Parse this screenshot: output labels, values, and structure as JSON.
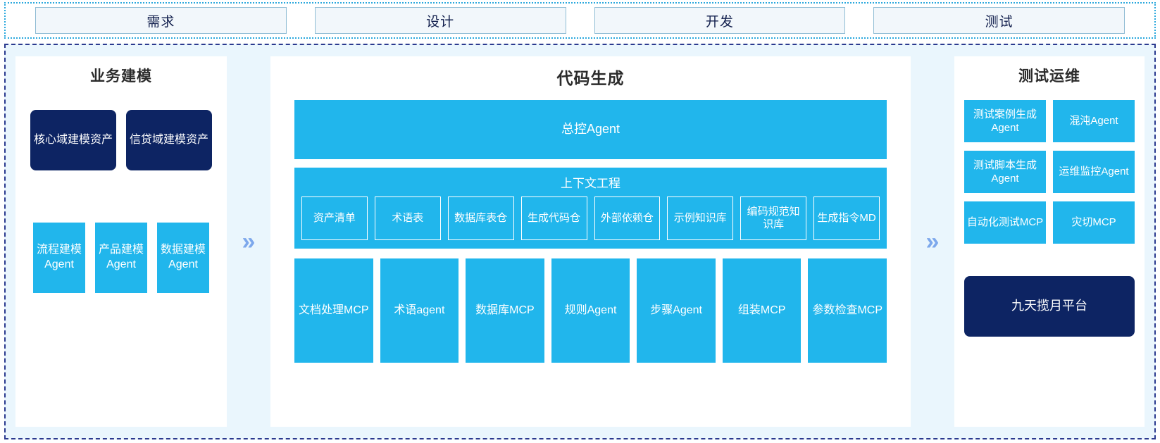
{
  "stages": {
    "tabs": [
      {
        "label": "需求"
      },
      {
        "label": "设计"
      },
      {
        "label": "开发"
      },
      {
        "label": "测试"
      }
    ]
  },
  "colors": {
    "cyan": "#21b6ec",
    "navy": "#0d2463",
    "panel_bg": "#eaf6fd",
    "arrow": "#7da8ec",
    "tab_border": "#8fbcd4"
  },
  "arrows": {
    "left_to_center": "»",
    "center_to_right": "»"
  },
  "left_panel": {
    "title": "业务建模",
    "assets": [
      {
        "label": "核心域建模资产"
      },
      {
        "label": "信贷域建模资产"
      }
    ],
    "agents": [
      {
        "label": "流程建模Agent"
      },
      {
        "label": "产品建模Agent"
      },
      {
        "label": "数据建模Agent"
      }
    ]
  },
  "center_panel": {
    "title": "代码生成",
    "master_agent": "总控Agent",
    "context": {
      "title": "上下文工程",
      "chips": [
        {
          "label": "资产清单"
        },
        {
          "label": "术语表"
        },
        {
          "label": "数据库表仓"
        },
        {
          "label": "生成代码仓"
        },
        {
          "label": "外部依赖仓"
        },
        {
          "label": "示例知识库"
        },
        {
          "label": "编码规范知识库"
        },
        {
          "label": "生成指令MD"
        }
      ]
    },
    "tools": [
      {
        "label": "文档处理MCP"
      },
      {
        "label": "术语agent"
      },
      {
        "label": "数据库MCP"
      },
      {
        "label": "规则Agent"
      },
      {
        "label": "步骤Agent"
      },
      {
        "label": "组装MCP"
      },
      {
        "label": "参数检查MCP"
      }
    ]
  },
  "right_panel": {
    "title": "测试运维",
    "items": [
      {
        "label": "测试案例生成Agent"
      },
      {
        "label": "混沌Agent"
      },
      {
        "label": "测试脚本生成Agent"
      },
      {
        "label": "运维监控Agent"
      },
      {
        "label": "自动化测试MCP"
      },
      {
        "label": "灾切MCP"
      }
    ],
    "platform": "九天揽月平台"
  }
}
